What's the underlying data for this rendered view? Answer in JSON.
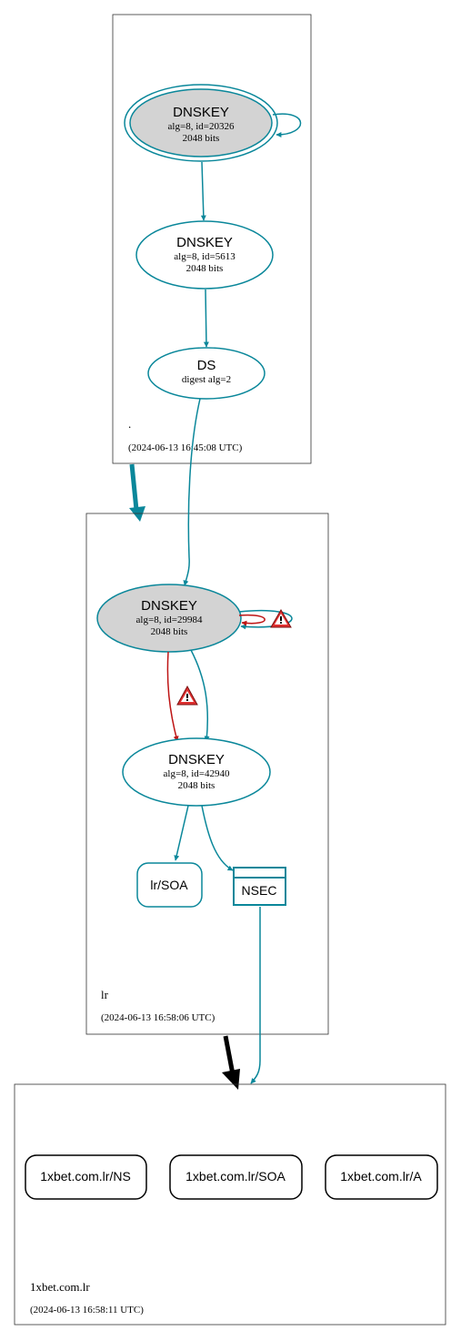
{
  "colors": {
    "teal": "#0a879a",
    "red": "#be1515",
    "black": "#000000",
    "key_fill": "#d3d3d3",
    "box_border": "#333333",
    "warning_fill": "#e03030"
  },
  "zones": {
    "root": {
      "name": ".",
      "timestamp": "(2024-06-13 16:45:08 UTC)"
    },
    "lr": {
      "name": "lr",
      "timestamp": "(2024-06-13 16:58:06 UTC)"
    },
    "target": {
      "name": "1xbet.com.lr",
      "timestamp": "(2024-06-13 16:58:11 UTC)"
    }
  },
  "nodes": {
    "root_ksk": {
      "title": "DNSKEY",
      "line1": "alg=8, id=20326",
      "line2": "2048 bits"
    },
    "root_zsk": {
      "title": "DNSKEY",
      "line1": "alg=8, id=5613",
      "line2": "2048 bits"
    },
    "lr_ds": {
      "title": "DS",
      "line1": "digest alg=2"
    },
    "lr_ksk": {
      "title": "DNSKEY",
      "line1": "alg=8, id=29984",
      "line2": "2048 bits"
    },
    "lr_zsk": {
      "title": "DNSKEY",
      "line1": "alg=8, id=42940",
      "line2": "2048 bits"
    },
    "lr_soa": {
      "label": "lr/SOA"
    },
    "lr_nsec": {
      "label": "NSEC"
    },
    "target_ns": {
      "label": "1xbet.com.lr/NS"
    },
    "target_soa": {
      "label": "1xbet.com.lr/SOA"
    },
    "target_a": {
      "label": "1xbet.com.lr/A"
    }
  }
}
